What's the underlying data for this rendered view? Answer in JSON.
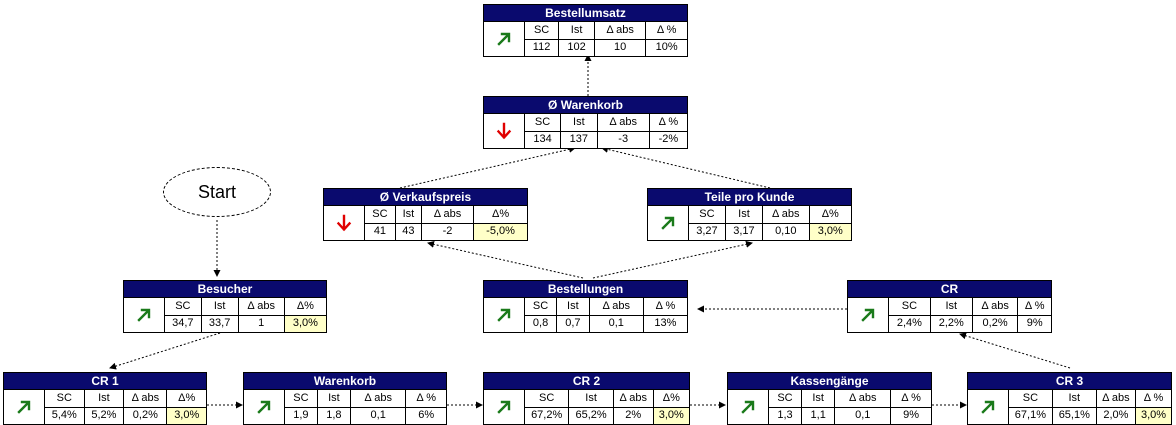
{
  "start_label": "Start",
  "colors": {
    "up_arrow": "#1a7a1a",
    "down_arrow": "#e00000",
    "header": "#0a0a6e",
    "highlight": "#ffffc8"
  },
  "headers": {
    "sc": "SC",
    "ist": "Ist",
    "dabs": "Δ abs",
    "dpct": "Δ %",
    "dpct_compact": "Δ%"
  },
  "nodes": {
    "bestellumsatz": {
      "title": "Bestellumsatz",
      "trend": "up",
      "sc": "112",
      "ist": "102",
      "dabs": "10",
      "dpct": "10%"
    },
    "warenkorb_avg": {
      "title": "Ø Warenkorb",
      "trend": "down",
      "sc": "134",
      "ist": "137",
      "dabs": "-3",
      "dpct": "-2%"
    },
    "verkaufspreis": {
      "title": "Ø Verkaufspreis",
      "trend": "down",
      "sc": "41",
      "ist": "43",
      "dabs": "-2",
      "dpct": "-5,0%"
    },
    "teile_pro_kunde": {
      "title": "Teile pro Kunde",
      "trend": "up",
      "sc": "3,27",
      "ist": "3,17",
      "dabs": "0,10",
      "dpct": "3,0%"
    },
    "besucher": {
      "title": "Besucher",
      "trend": "up",
      "sc": "34,7",
      "ist": "33,7",
      "dabs": "1",
      "dpct": "3,0%"
    },
    "bestellungen": {
      "title": "Bestellungen",
      "trend": "up",
      "sc": "0,8",
      "ist": "0,7",
      "dabs": "0,1",
      "dpct": "13%"
    },
    "cr": {
      "title": "CR",
      "trend": "up",
      "sc": "2,4%",
      "ist": "2,2%",
      "dabs": "0,2%",
      "dpct": "9%"
    },
    "cr1": {
      "title": "CR 1",
      "trend": "up",
      "sc": "5,4%",
      "ist": "5,2%",
      "dabs": "0,2%",
      "dpct": "3,0%"
    },
    "warenkorb": {
      "title": "Warenkorb",
      "trend": "up",
      "sc": "1,9",
      "ist": "1,8",
      "dabs": "0,1",
      "dpct": "6%"
    },
    "cr2": {
      "title": "CR 2",
      "trend": "up",
      "sc": "67,2%",
      "ist": "65,2%",
      "dabs": "2%",
      "dpct": "3,0%"
    },
    "kassengaenge": {
      "title": "Kassengänge",
      "trend": "up",
      "sc": "1,3",
      "ist": "1,1",
      "dabs": "0,1",
      "dpct": "9%"
    },
    "cr3": {
      "title": "CR 3",
      "trend": "up",
      "sc": "67,1%",
      "ist": "65,1%",
      "dabs": "2,0%",
      "dpct": "3,0%"
    }
  }
}
